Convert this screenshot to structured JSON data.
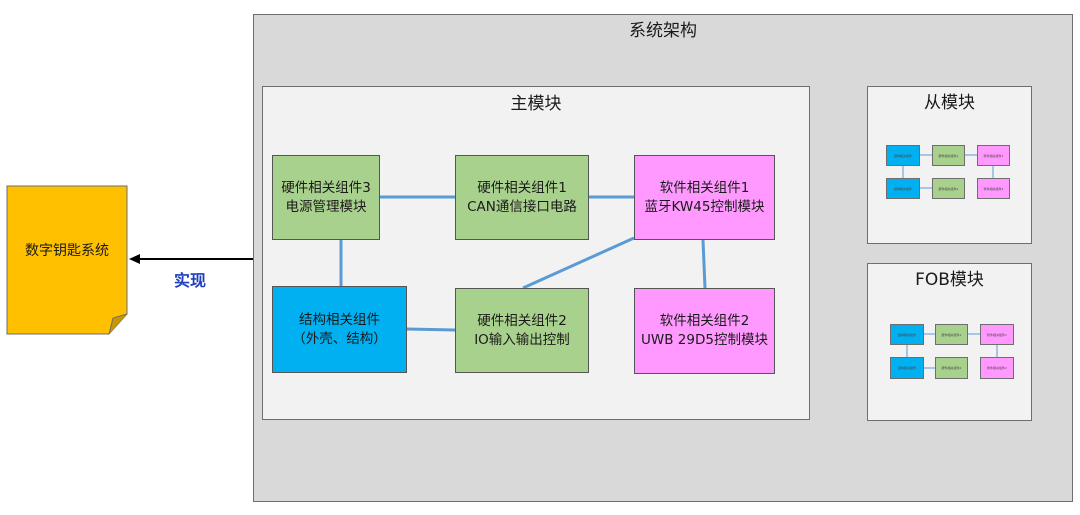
{
  "system": {
    "title": "系统架构"
  },
  "document": {
    "label": "数字钥匙系统",
    "fill": "#ffc000"
  },
  "arrow": {
    "label": "实现"
  },
  "main_module": {
    "title": "主模块",
    "boxes": [
      {
        "id": "hw3",
        "line1": "硬件相关组件3",
        "line2": "电源管理模块"
      },
      {
        "id": "hw1",
        "line1": "硬件相关组件1",
        "line2": "CAN通信接口电路"
      },
      {
        "id": "sw1",
        "line1": "软件相关组件1",
        "line2": "蓝牙KW45控制模块"
      },
      {
        "id": "st",
        "line1": "结构相关组件",
        "line2": "（外壳、结构）"
      },
      {
        "id": "hw2",
        "line1": "硬件相关组件2",
        "line2": "IO输入输出控制"
      },
      {
        "id": "sw2",
        "line1": "软件相关组件2",
        "line2": "UWB 29D5控制模块"
      }
    ]
  },
  "slave_module": {
    "title": "从模块",
    "mini": [
      {
        "line1": "结构相关组件",
        "line2": ""
      },
      {
        "line1": "硬件相关组件1",
        "line2": ""
      },
      {
        "line1": "软件相关组件1",
        "line2": ""
      },
      {
        "line1": "结构相关组件",
        "line2": ""
      },
      {
        "line1": "硬件相关组件2",
        "line2": ""
      },
      {
        "line1": "软件相关组件2",
        "line2": ""
      }
    ]
  },
  "fob_module": {
    "title": "FOB模块",
    "mini": [
      {
        "line1": "结构相关组件",
        "line2": ""
      },
      {
        "line1": "硬件相关组件1",
        "line2": ""
      },
      {
        "line1": "软件相关组件1",
        "line2": ""
      },
      {
        "line1": "结构相关组件",
        "line2": ""
      },
      {
        "line1": "硬件相关组件2",
        "line2": ""
      },
      {
        "line1": "软件相关组件2",
        "line2": ""
      }
    ]
  },
  "colors": {
    "hardware": "#a9d18e",
    "software": "#ff99ff",
    "structure": "#00b0f0",
    "connector": "#5b9bd5",
    "arrow_label": "#1f3fbf"
  }
}
